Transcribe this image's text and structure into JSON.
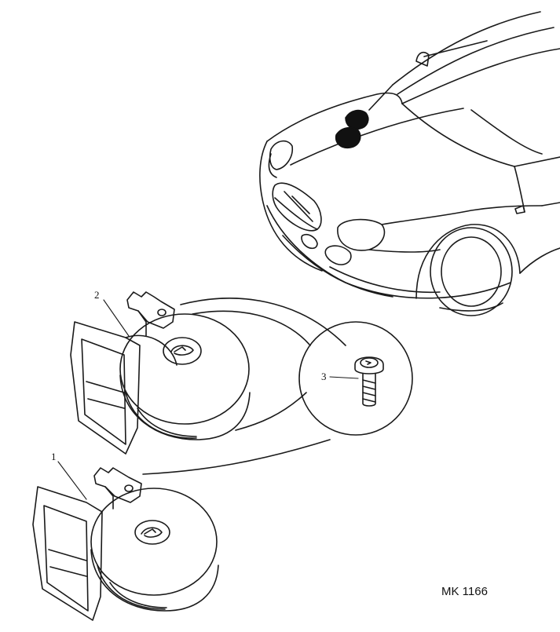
{
  "callouts": {
    "part_1": "1",
    "part_2": "2",
    "part_3": "3"
  },
  "reference_code": "MK 1166",
  "colors": {
    "line": "#1a1a1a",
    "fill": "#ffffff",
    "mark": "#111111"
  }
}
